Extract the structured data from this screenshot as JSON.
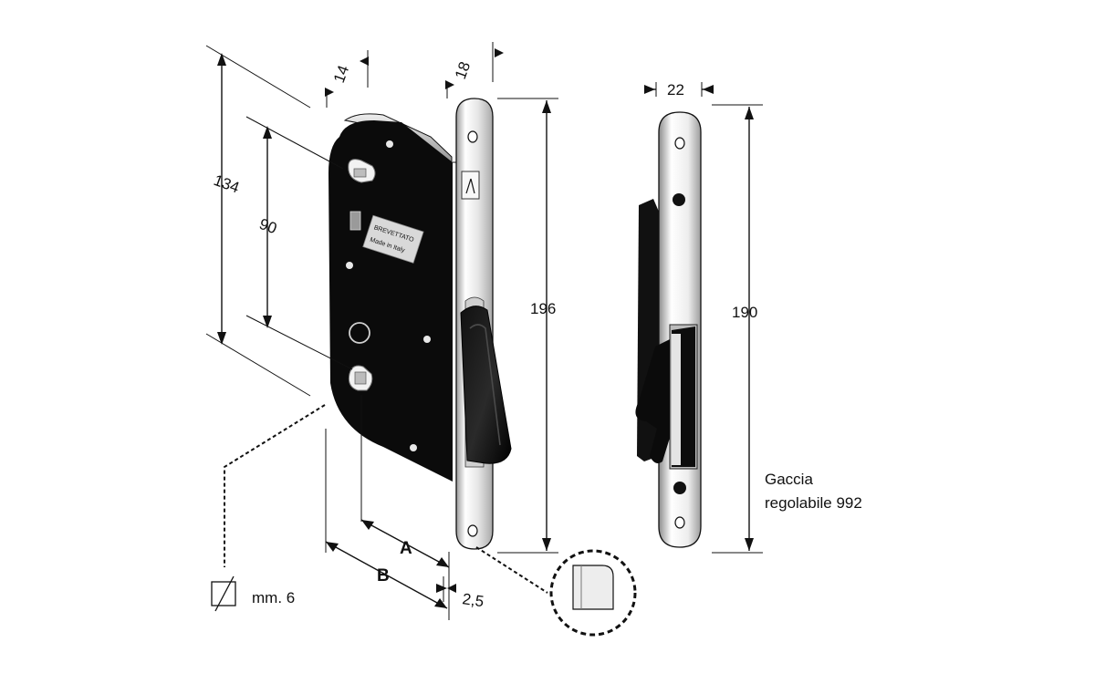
{
  "dimensions": {
    "width_box": "14",
    "width_plate": "18",
    "width_strike": "22",
    "height_lock": "134",
    "center_distance": "90",
    "height_plate": "196",
    "height_strike": "190",
    "backset_a": "A",
    "backset_b": "B",
    "plate_offset": "2,5"
  },
  "spindle": {
    "size": "mm. 6"
  },
  "strike_plate": {
    "caption_line1": "Gaccia",
    "caption_line2": "regolabile 992"
  },
  "label": {
    "line1": "BREVETTATO",
    "line2": "Made in Italy"
  },
  "colors": {
    "body": "#0b0b0b",
    "metal_light": "#f4f4f4",
    "metal_mid": "#c8c8c8",
    "metal_dark": "#8a8a8a",
    "line": "#111111"
  }
}
